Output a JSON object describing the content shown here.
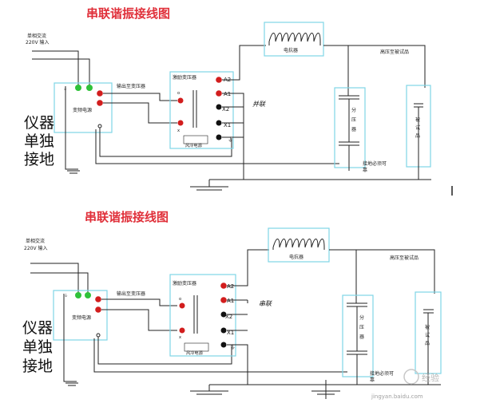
{
  "diagrams": [
    {
      "title": "串联谐振接线图",
      "input_label_1": "单相交流",
      "input_label_2": "220V 输入",
      "inverter_label": "变频电源",
      "output_label": "输出至变压器",
      "exciter_label": "激励变压器",
      "exciter_bottom_label": "风冷电源",
      "terminals": [
        "A2",
        "A1",
        "X2",
        "X1"
      ],
      "terminal_ground": "⏚",
      "reactor_label": "电抗器",
      "hv_label": "高压至被试品",
      "divider_chars": [
        "分",
        "压",
        "器"
      ],
      "test_chars": [
        "被",
        "试",
        "品"
      ],
      "ground_note_1": "接地必须可",
      "ground_note_2": "靠",
      "mode_label": "并联",
      "instrument_chars": [
        "仪器",
        "单独",
        "接地"
      ]
    },
    {
      "title": "串联谐振接线图",
      "input_label_1": "单相交流",
      "input_label_2": "220V 输入",
      "inverter_label": "变频电源",
      "output_label": "输出至变压器",
      "exciter_label": "激励变压器",
      "exciter_bottom_label": "风冷电源",
      "terminals": [
        "A2",
        "A1",
        "X2",
        "X1"
      ],
      "terminal_ground": "⏚",
      "reactor_label": "电抗器",
      "hv_label": "高压至被试品",
      "divider_chars": [
        "分",
        "压",
        "器"
      ],
      "test_chars": [
        "被",
        "试",
        "品"
      ],
      "ground_note_1": "接地必须可",
      "ground_note_2": "靠",
      "mode_label": "串联",
      "instrument_chars": [
        "仪器",
        "单独",
        "接地"
      ]
    }
  ],
  "watermark": {
    "text": "经验",
    "sub": "jingyan.baidu.com"
  },
  "colors": {
    "title": "#e0303a",
    "box": "#7fd6e6",
    "node_red": "#d21d1d",
    "node_green": "#2fc23a",
    "wire": "#222222"
  }
}
